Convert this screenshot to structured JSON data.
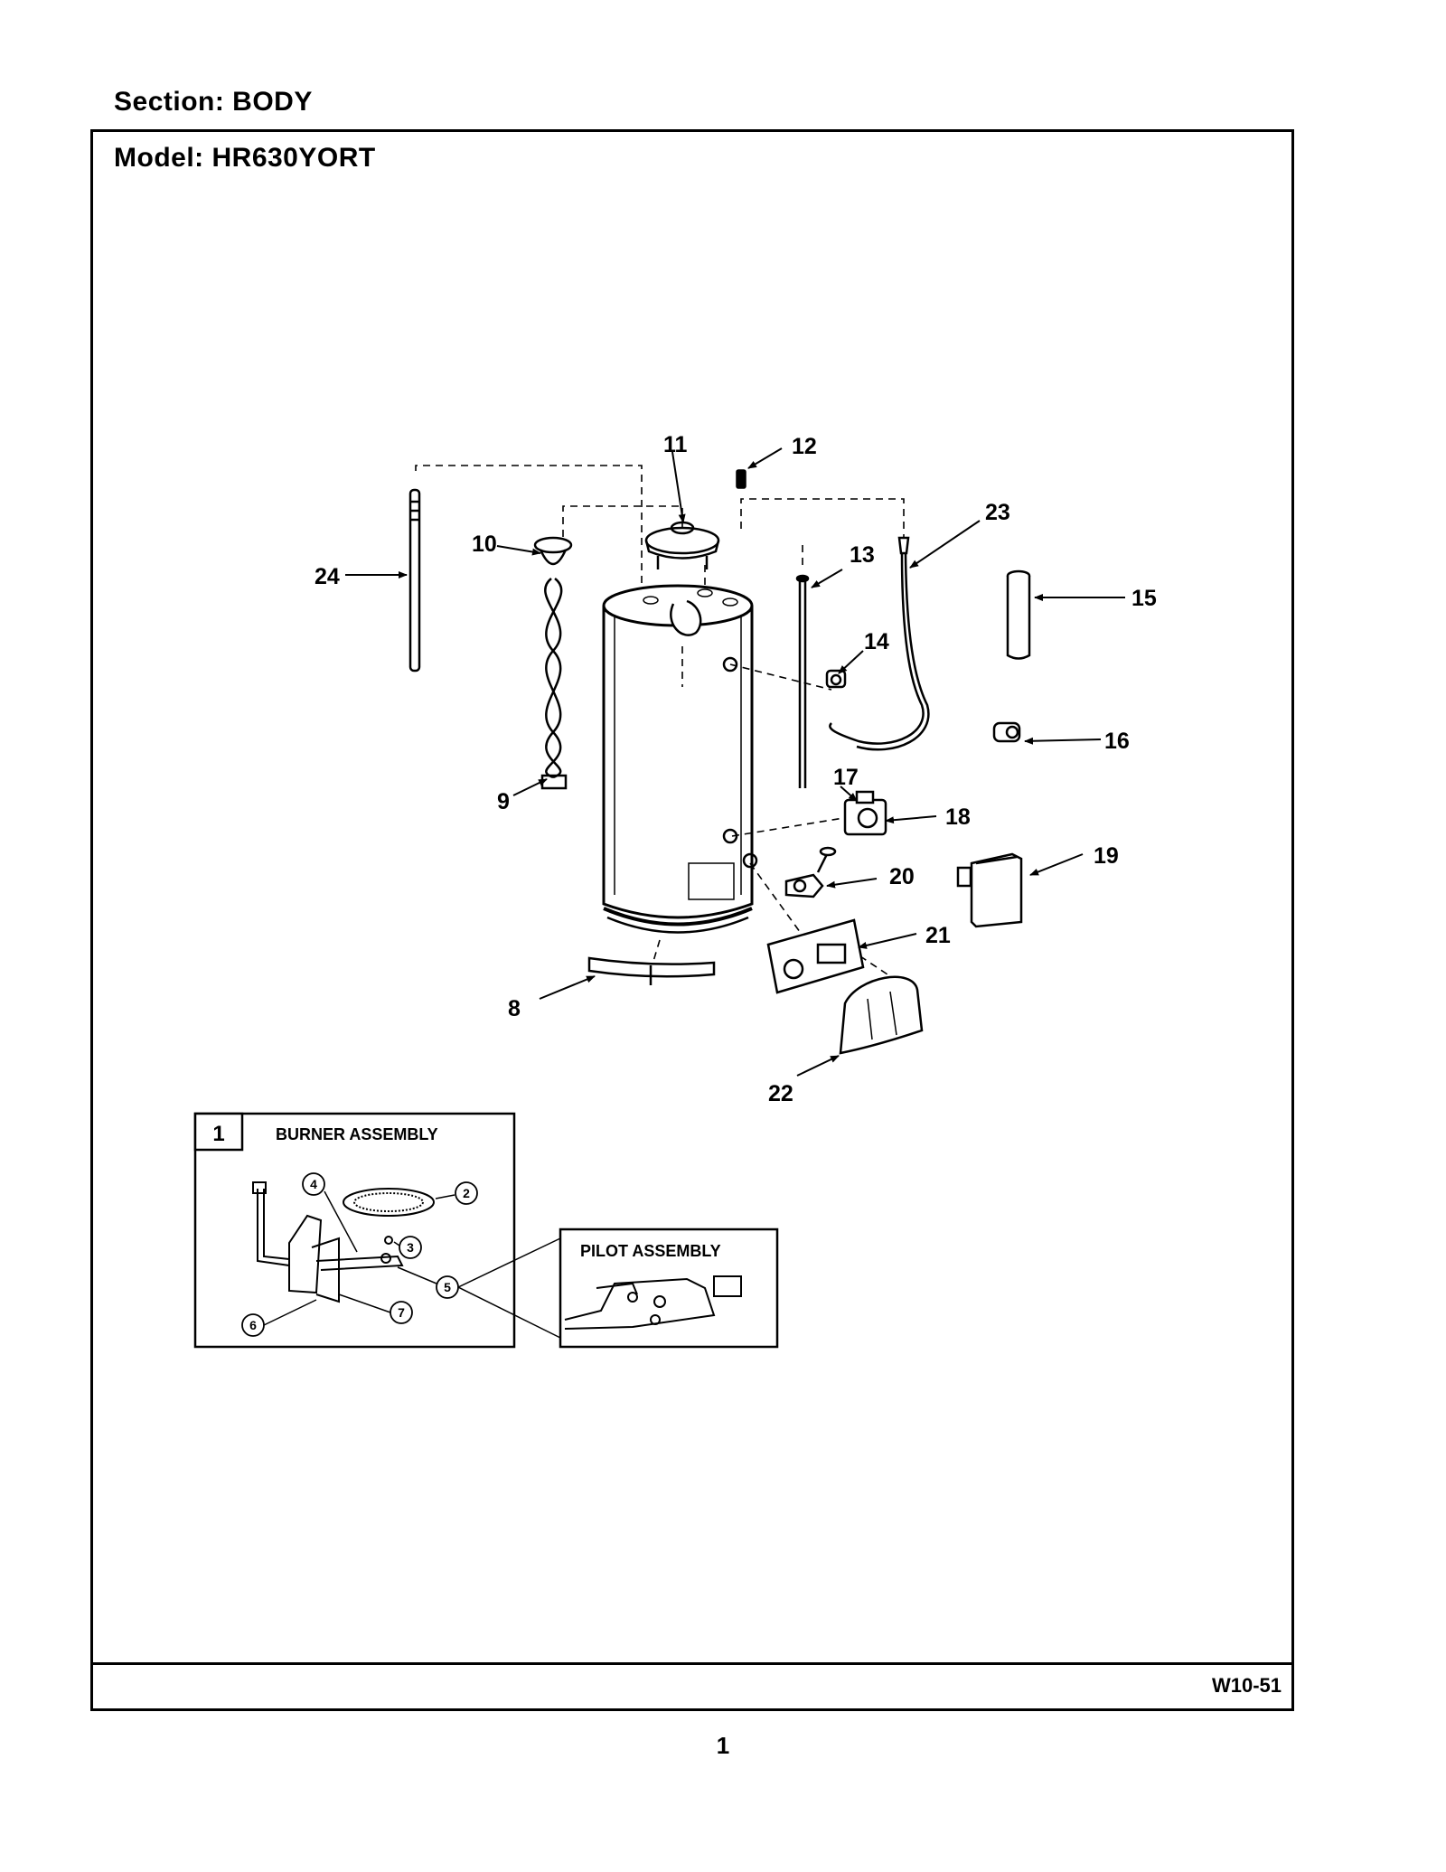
{
  "header": {
    "section": "Section:  BODY"
  },
  "panel": {
    "model": "Model:  HR630YORT"
  },
  "callouts": {
    "c8": "8",
    "c9": "9",
    "c10": "10",
    "c11": "11",
    "c12": "12",
    "c13": "13",
    "c14": "14",
    "c15": "15",
    "c16": "16",
    "c17": "17",
    "c18": "18",
    "c19": "19",
    "c20": "20",
    "c21": "21",
    "c22": "22",
    "c23": "23",
    "c24": "24"
  },
  "burner_inset": {
    "number": "1",
    "title": "BURNER ASSEMBLY",
    "parts": {
      "p2": "2",
      "p3": "3",
      "p4": "4",
      "p5": "5",
      "p6": "6",
      "p7": "7"
    }
  },
  "pilot_inset": {
    "title": "PILOT ASSEMBLY"
  },
  "footer": {
    "code": "W10-51",
    "page": "1"
  }
}
